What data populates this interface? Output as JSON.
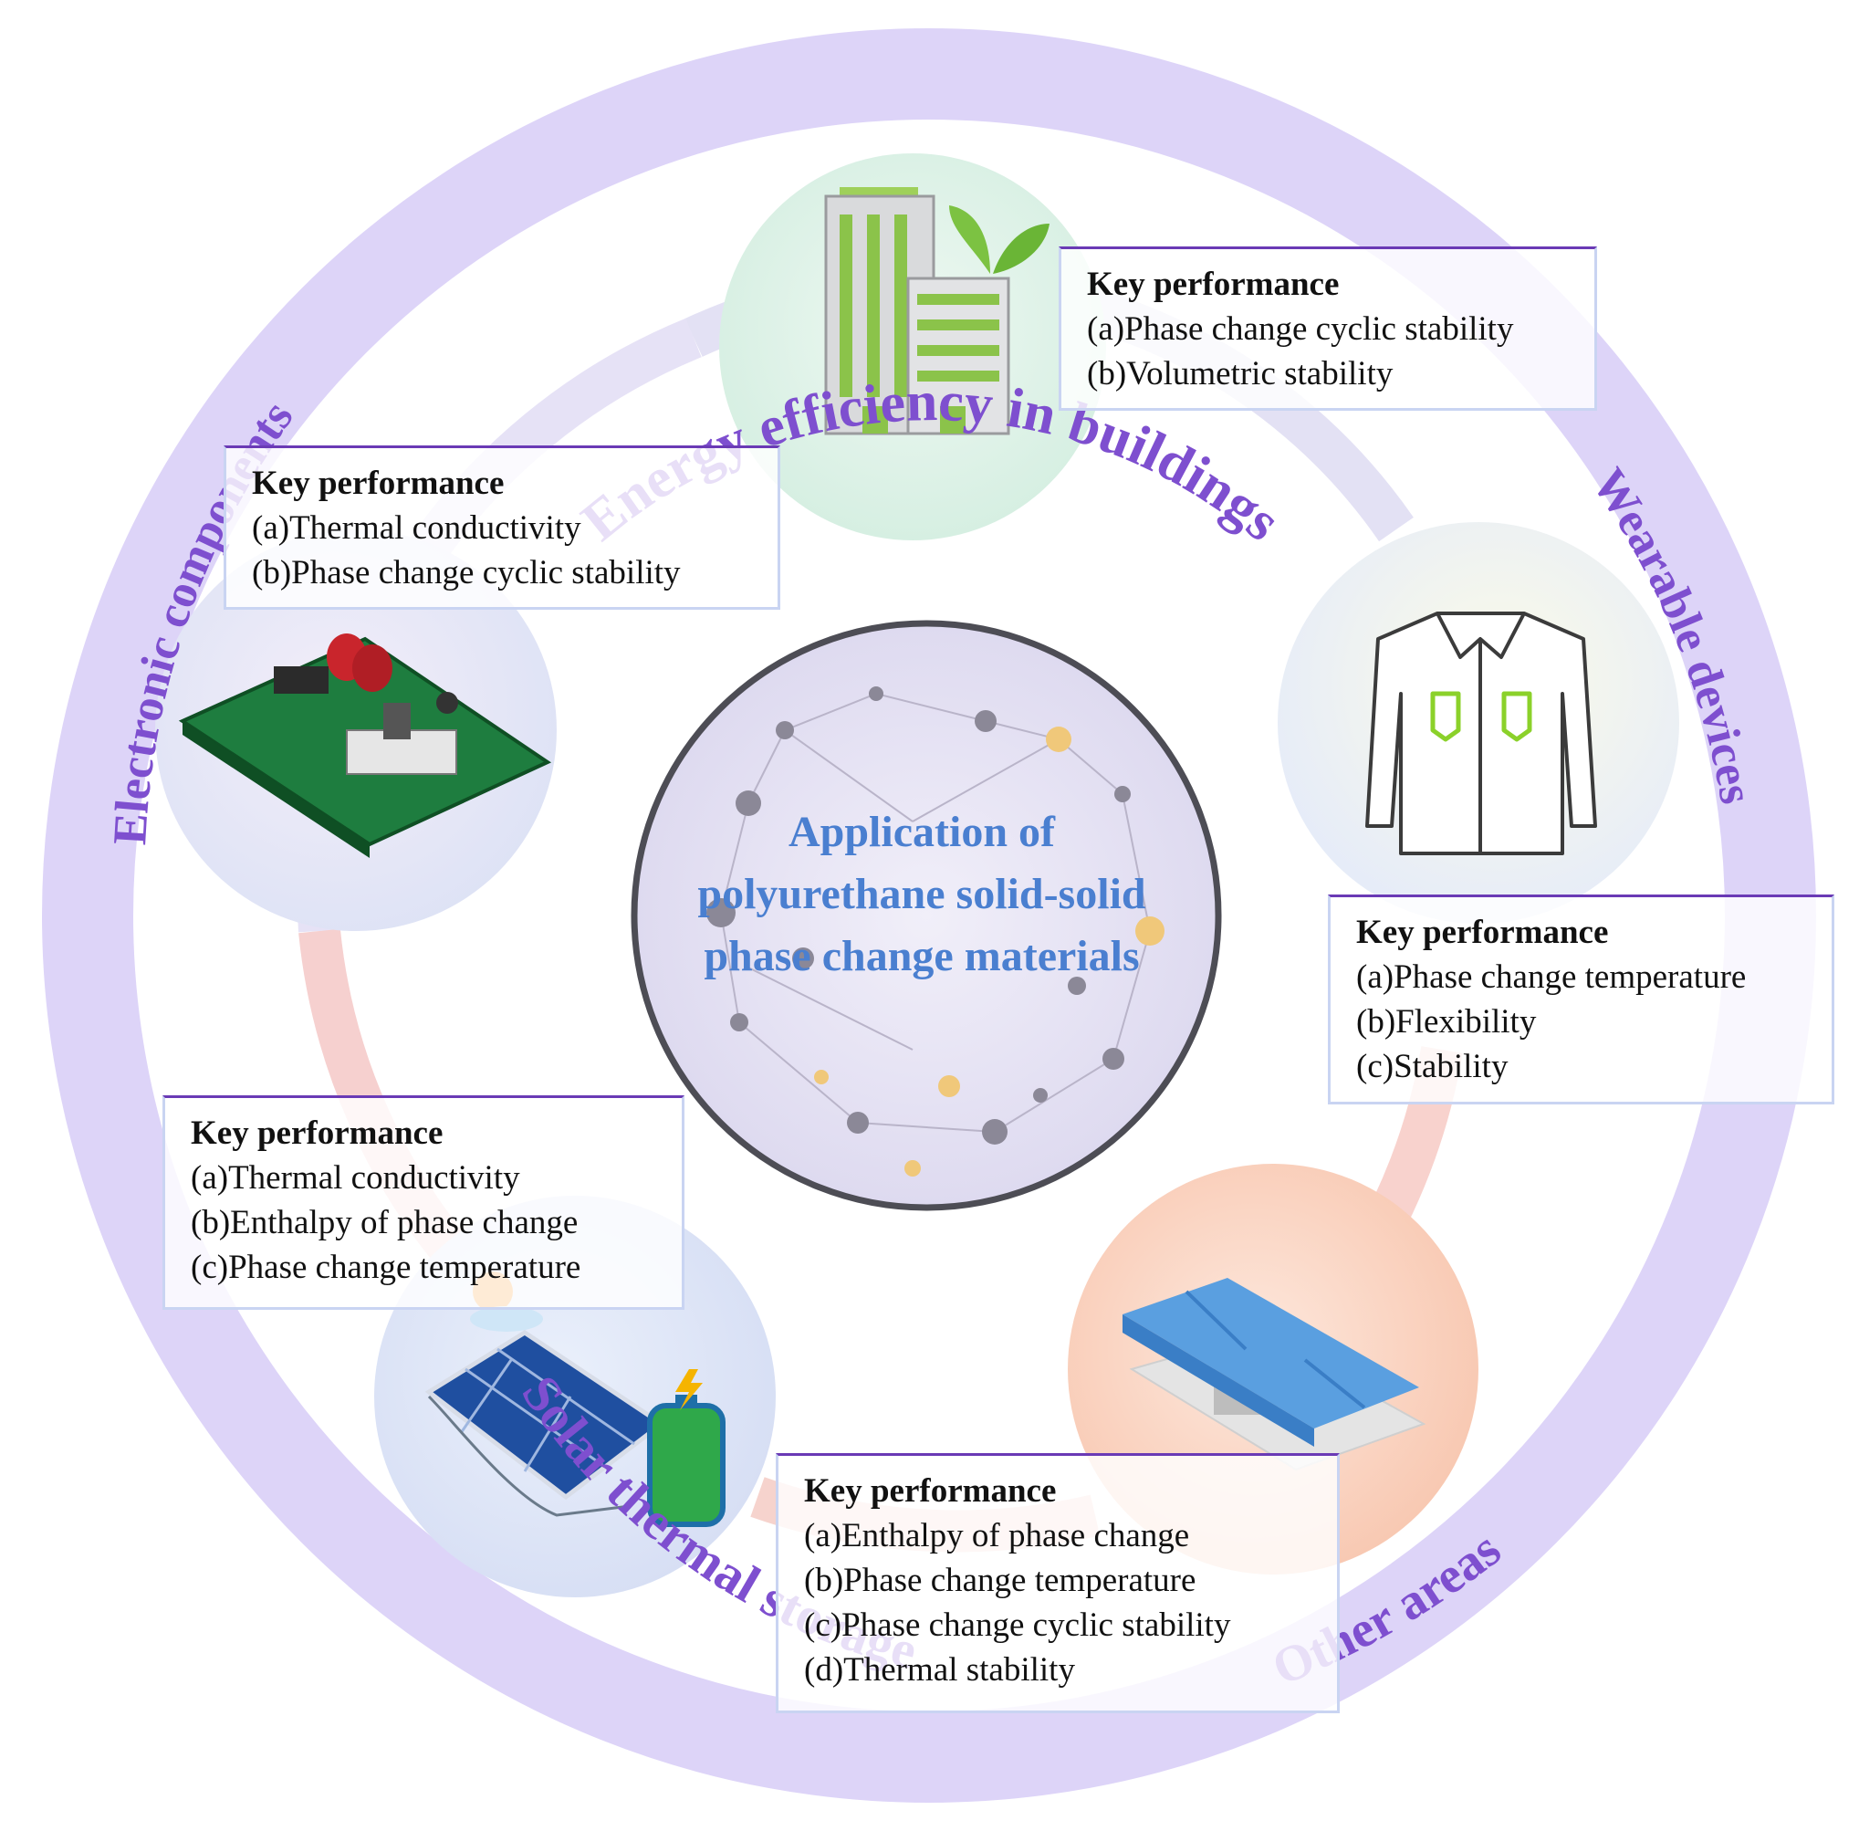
{
  "center_title": "Application of polyurethane solid-solid phase change materials",
  "ring_labels": {
    "buildings": "Energy efficiency in buildings",
    "wearable": "Wearable devices",
    "other": "Other areas",
    "solar": "Solar thermal storage",
    "electronic": "Electronic components"
  },
  "panels": {
    "buildings": {
      "heading": "Key performance",
      "items": [
        "(a)Phase change cyclic stability",
        "(b)Volumetric stability"
      ]
    },
    "electronic": {
      "heading": "Key performance",
      "items": [
        "(a)Thermal conductivity",
        "(b)Phase change cyclic stability"
      ]
    },
    "wearable": {
      "heading": "Key performance",
      "items": [
        "(a)Phase change temperature",
        "(b)Flexibility",
        "(c)Stability"
      ]
    },
    "solar": {
      "heading": "Key performance",
      "items": [
        "(a)Thermal conductivity",
        "(b)Enthalpy of phase change",
        "(c)Phase change temperature"
      ]
    },
    "other": {
      "heading": "Key performance",
      "items": [
        "(a)Enthalpy of phase change",
        "(b)Phase change temperature",
        "(c)Phase change cyclic stability",
        "(d)Thermal stability"
      ]
    }
  },
  "colors": {
    "ring": "#ddd4f8",
    "label": "#7e4fcf",
    "title": "#4a7fd0",
    "panel_border": "#6a3ab5"
  }
}
